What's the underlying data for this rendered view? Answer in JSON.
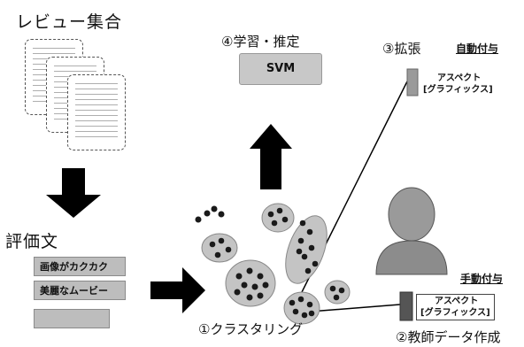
{
  "labels": {
    "review_set": "レビュー集合",
    "evaluation_sentences": "評価文",
    "step1_clustering": "①クラスタリング",
    "step2_teacher_data": "②教師データ作成",
    "step3_expansion": "③拡張",
    "step4_learning": "④学習・推定",
    "auto_label": "自動付与",
    "manual_label": "手動付与",
    "svm": "SVM"
  },
  "sentence_chips": [
    "画像がカクカク",
    "美麗なムービー",
    ""
  ],
  "aspect_tags": {
    "top": {
      "line1": "アスペクト",
      "line2": "[グラフィックス]"
    },
    "bottom": {
      "line1": "アスペクト",
      "line2": "[グラフィックス]"
    }
  },
  "icons": [
    "document-stack-icon",
    "down-arrow-icon",
    "right-arrow-icon",
    "up-arrow-icon",
    "person-icon",
    "cluster-icon"
  ],
  "colors": {
    "cluster_fill": "#c4c4c4",
    "dot": "#1a1a1a",
    "arrow": "#000000",
    "chip_fill": "#bdbdbd"
  }
}
